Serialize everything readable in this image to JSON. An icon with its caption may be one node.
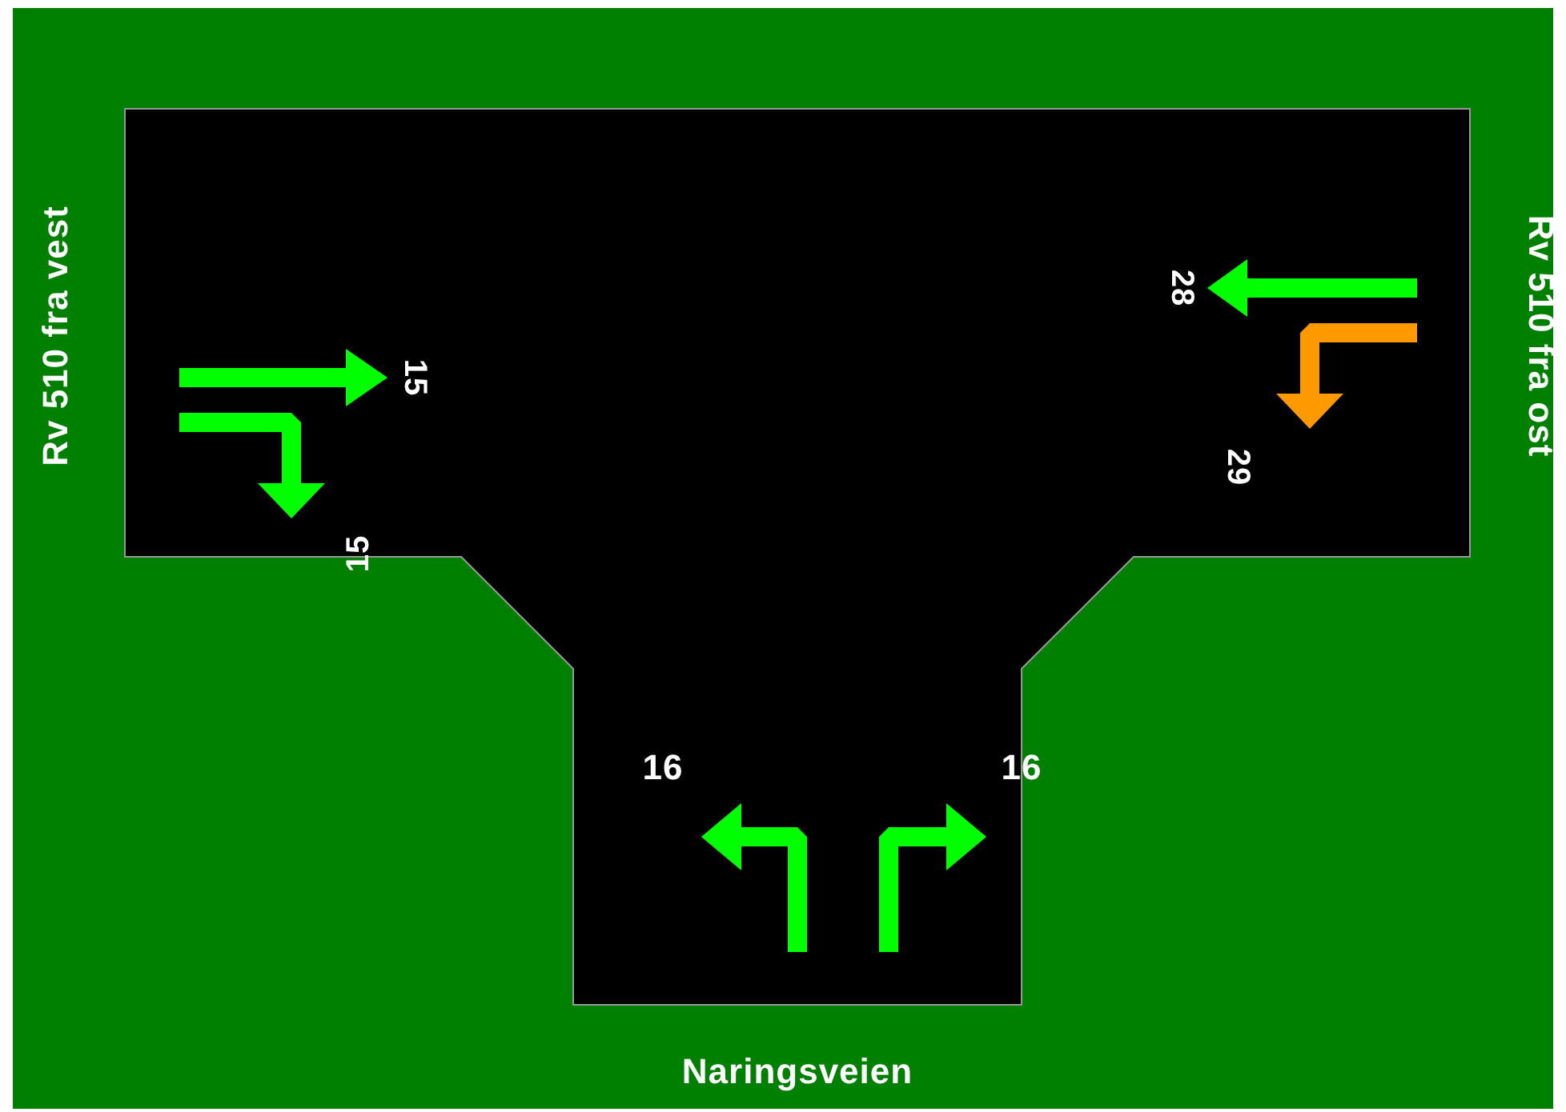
{
  "diagram": {
    "labels": [
      "Rv 510 fra vest",
      "Rv 510 fra ost",
      "15",
      "15",
      "28",
      "29",
      "16",
      "16",
      "Naringsveien"
    ]
  }
}
